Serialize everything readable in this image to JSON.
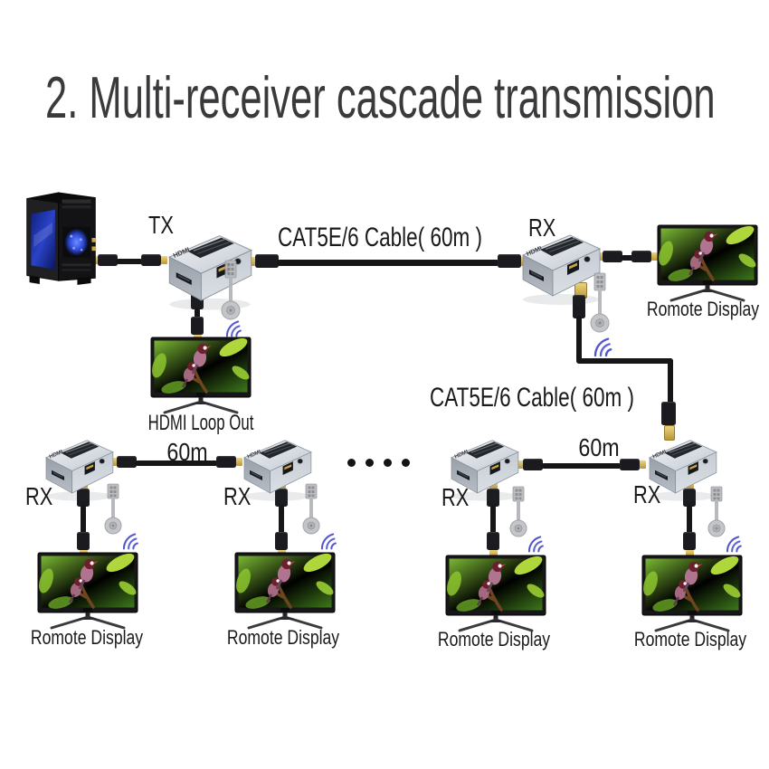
{
  "title": "2. Multi-receiver cascade transmission",
  "device_badge": "HDMI",
  "transmitter": {
    "label": "TX"
  },
  "top_receiver": {
    "label": "RX",
    "display_label": "Romote Display"
  },
  "cables": {
    "tx_to_rx_label": "CAT5E/6 Cable( 60m )",
    "cascade_feed_label": "CAT5E/6 Cable( 60m )",
    "left_pair_distance": "60m",
    "right_pair_distance": "60m"
  },
  "loop_display": {
    "label": "HDMI Loop Out"
  },
  "bottom_receivers": [
    {
      "label": "RX",
      "display_label": "Romote Display"
    },
    {
      "label": "RX",
      "display_label": "Romote Display"
    },
    {
      "label": "RX",
      "display_label": "Romote Display"
    },
    {
      "label": "RX",
      "display_label": "Romote Display"
    }
  ],
  "colors": {
    "title": "#3a3a3c",
    "label": "#1a1a1a",
    "cable": "#161618",
    "connector_gold": "#cfa83f",
    "device_silver": "#ccd2d8",
    "ir_signal_blue": "#5456cc",
    "screen_green": "#5f9e26"
  }
}
